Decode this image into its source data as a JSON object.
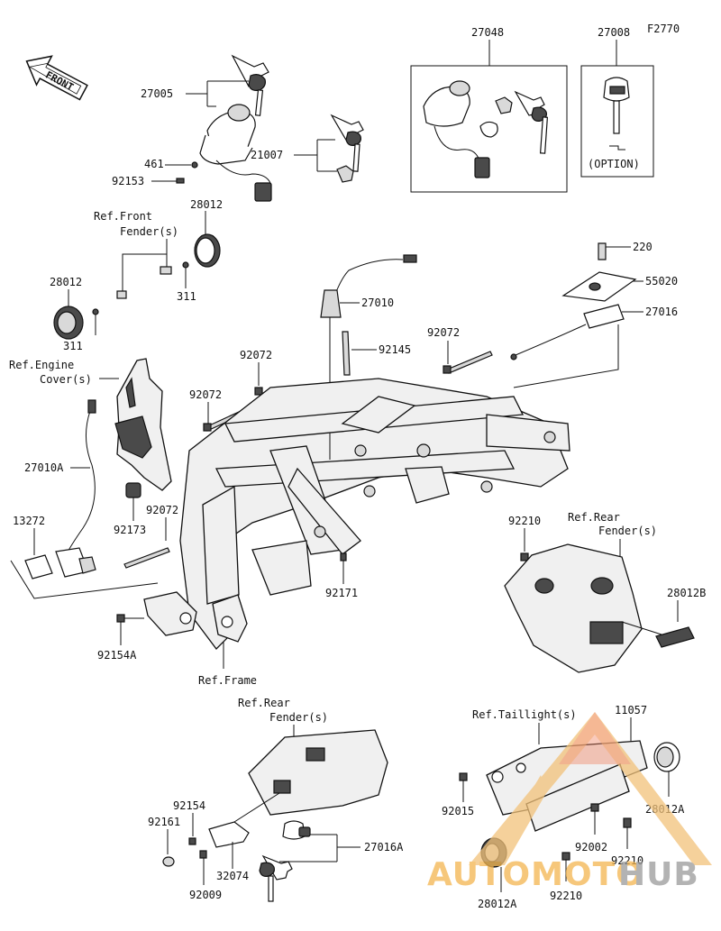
{
  "figure_code": "F2770",
  "front_badge": "FRONT",
  "labels": {
    "p27005": "27005",
    "p461": "461",
    "p92153": "92153",
    "p21007": "21007",
    "p27048": "27048",
    "p27008": "27008",
    "option": "(OPTION)",
    "ref_front_fender_1": "Ref.Front",
    "ref_front_fender_2": "Fender(s)",
    "p28012_a": "28012",
    "p28012_b": "28012",
    "p311_a": "311",
    "p311_b": "311",
    "p220": "220",
    "p55020": "55020",
    "p27016": "27016",
    "p27010": "27010",
    "p92145": "92145",
    "p92072_a": "92072",
    "p92072_b": "92072",
    "p92072_c": "92072",
    "p92072_d": "92072",
    "ref_engine_1": "Ref.Engine",
    "ref_engine_2": "Cover(s)",
    "p27010A": "27010A",
    "p13272": "13272",
    "p92173": "92173",
    "p92171": "92171",
    "p92210_a": "92210",
    "ref_rear_fender_1": "Ref.Rear",
    "ref_rear_fender_2": "Fender(s)",
    "p28012B": "28012B",
    "p92154A": "92154A",
    "ref_frame": "Ref.Frame",
    "ref_rear_fender_b1": "Ref.Rear",
    "ref_rear_fender_b2": "Fender(s)",
    "ref_taillight": "Ref.Taillight(s)",
    "p11057": "11057",
    "p92015": "92015",
    "p28012A_a": "28012A",
    "p92002": "92002",
    "p92210_b": "92210",
    "p92210_c": "92210",
    "p28012A_b": "28012A",
    "p92154": "92154",
    "p92161": "92161",
    "p32074": "32074",
    "p27016A": "27016A",
    "p92009": "92009"
  },
  "watermark": {
    "text_a": "AUTOMOTO",
    "text_b": "HUB"
  }
}
